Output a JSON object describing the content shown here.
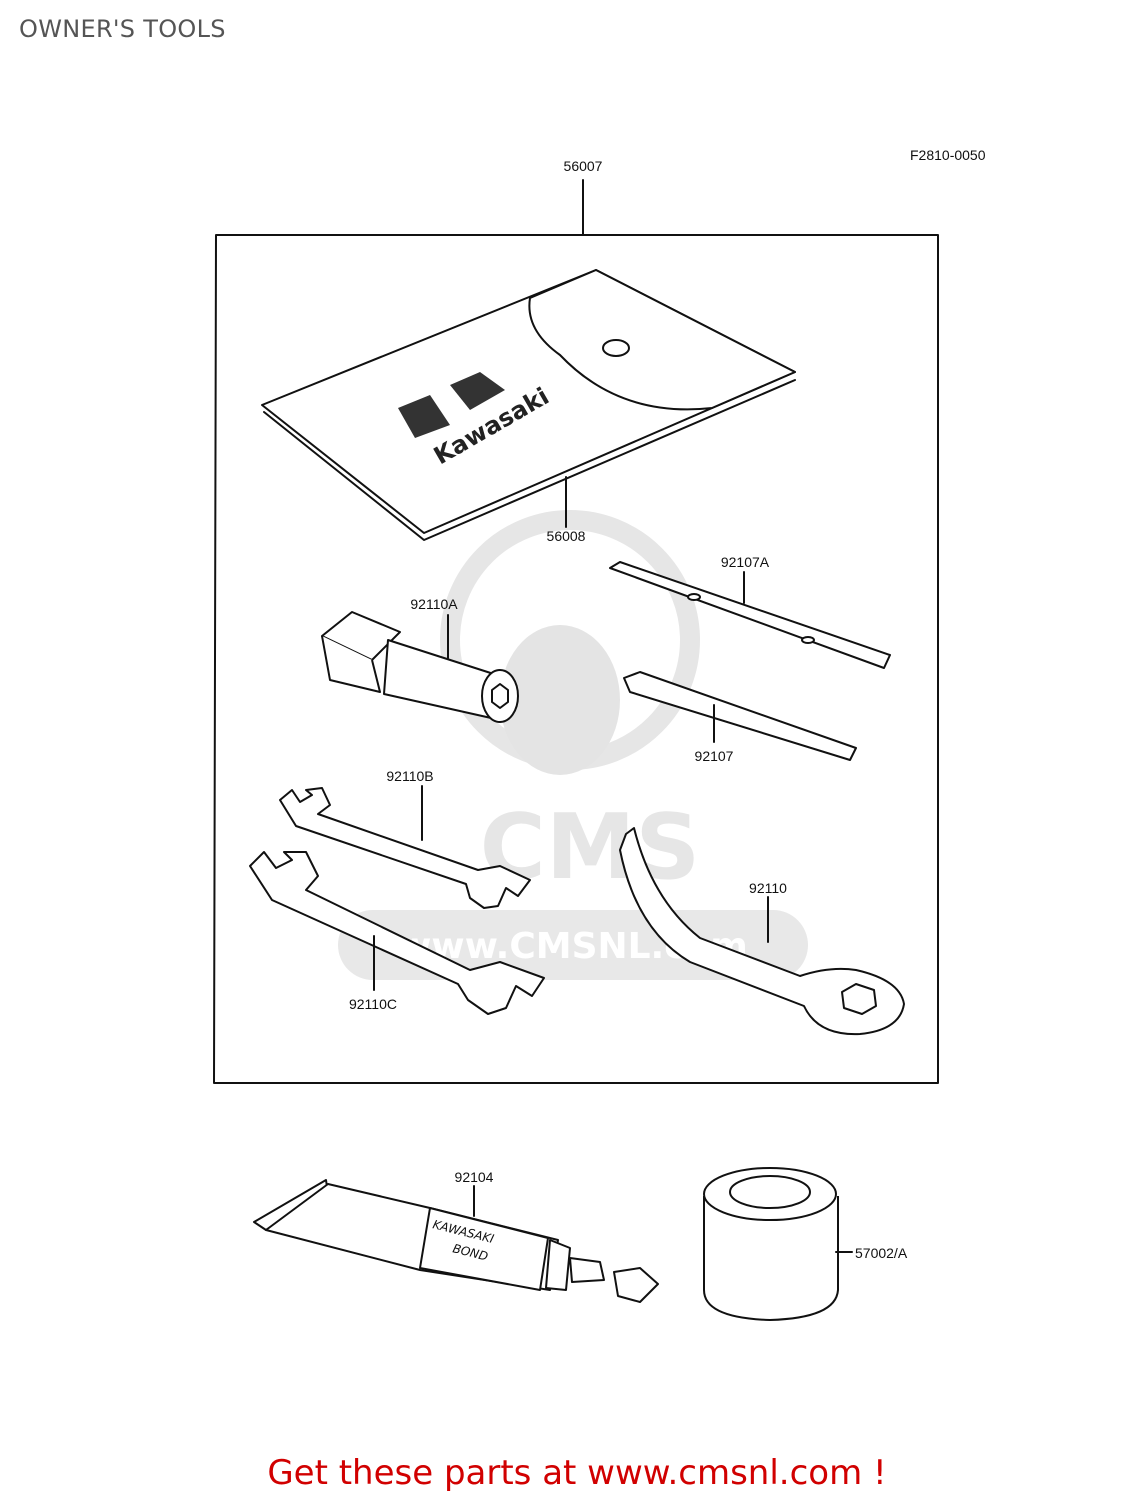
{
  "page": {
    "title": "OWNER'S TOOLS"
  },
  "diagram": {
    "figure_code": "F2810-0050",
    "watermark_text": "www.CMSNL.com",
    "watermark_logo": "CMS",
    "logo_text": "Kawasaki",
    "parts": [
      {
        "id": "56007",
        "label": "56007",
        "name": "tool-kit-frame"
      },
      {
        "id": "56008",
        "label": "56008",
        "name": "tool-pouch"
      },
      {
        "id": "92107A",
        "label": "92107A",
        "name": "screwdriver-handle"
      },
      {
        "id": "92110A",
        "label": "92110A",
        "name": "spark-plug-wrench"
      },
      {
        "id": "92107",
        "label": "92107",
        "name": "screwdriver-bit"
      },
      {
        "id": "92110B",
        "label": "92110B",
        "name": "open-end-wrench-small"
      },
      {
        "id": "92110",
        "label": "92110",
        "name": "hook-spanner-wrench"
      },
      {
        "id": "92110C",
        "label": "92110C",
        "name": "open-end-wrench-large"
      },
      {
        "id": "92104",
        "label": "92104",
        "name": "kawasaki-bond-tube"
      },
      {
        "id": "57002/A",
        "label": "57002/A",
        "name": "grease-can"
      }
    ],
    "tube_text": [
      "KAWASAKI",
      "BOND"
    ]
  },
  "footer": {
    "link_text": "Get these parts at www.cmsnl.com !"
  }
}
